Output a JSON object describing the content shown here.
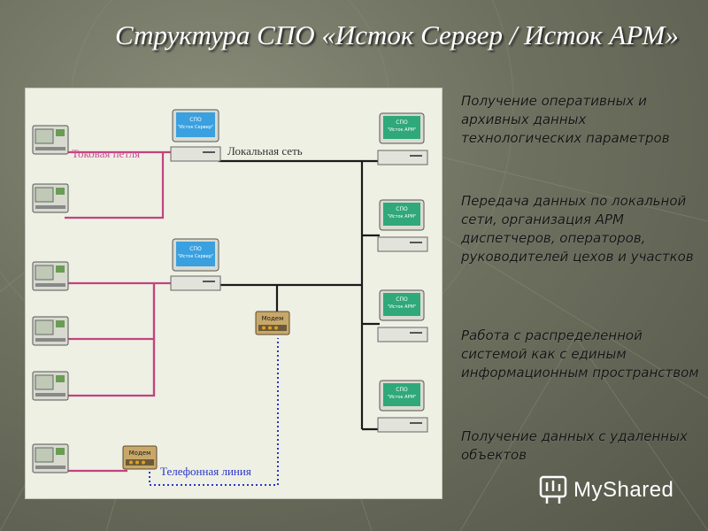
{
  "title": "Структура СПО «Исток Сервер / Исток АРМ»",
  "diagram": {
    "labels": {
      "current_loop": "Токовая петля",
      "lan": "Локальная сеть",
      "phone_line": "Телефонная линия"
    },
    "server_screen_line1": "СПО",
    "server_screen_line2": "\"Исток Сервер\"",
    "arm_screen_line1": "СПО",
    "arm_screen_line2": "\"Исток АРМ\"",
    "modem_label": "Модем"
  },
  "bullets": [
    "Получение оперативных и архивных данных технологических параметров",
    "Передача данных по локальной сети, организация АРМ диспетчеров, операторов, руководителей цехов и участков",
    "Работа с распределенной системой как с единым информационным пространством",
    "Получение данных с удаленных объектов"
  ],
  "logo": {
    "text": "MyShared"
  },
  "colors": {
    "current_loop": "#c2437f",
    "lan": "#1a1a1a",
    "phone_line": "#2a35c8",
    "server_screen": "#3aa0df",
    "arm_screen": "#2fa87a"
  }
}
